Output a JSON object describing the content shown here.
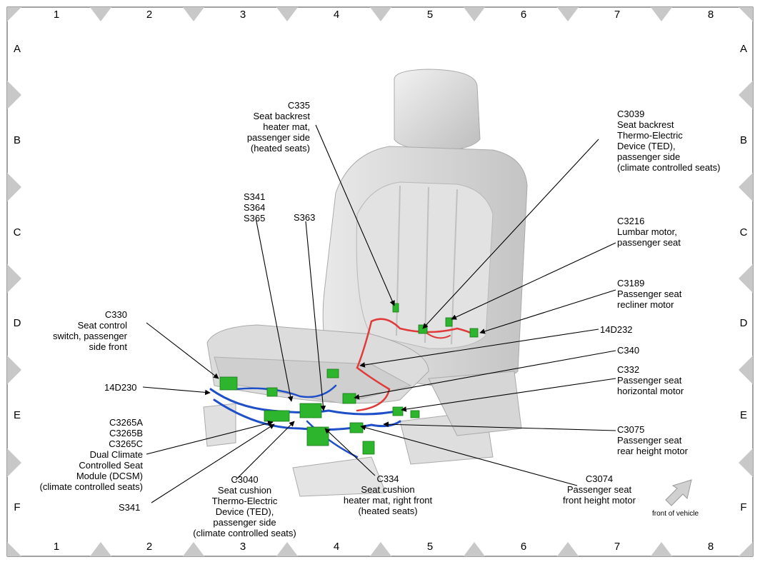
{
  "grid": {
    "columns": [
      "1",
      "2",
      "3",
      "4",
      "5",
      "6",
      "7",
      "8"
    ],
    "rows": [
      "A",
      "B",
      "C",
      "D",
      "E",
      "F"
    ]
  },
  "callouts": {
    "c335": "C335\nSeat backrest\nheater mat,\npassenger side\n(heated seats)",
    "c3039": "C3039\nSeat backrest\nThermo-Electric\nDevice (TED),\npassenger side\n(climate controlled seats)",
    "s341_group": "S341\nS364\nS365",
    "s363": "S363",
    "c3216": "C3216\nLumbar motor,\npassenger seat",
    "c3189": "C3189\nPassenger seat\nrecliner motor",
    "c330": "C330\nSeat control\nswitch, passenger\nside front",
    "d14232": "14D232",
    "c340": "C340",
    "c332": "C332\nPassenger seat\nhorizontal motor",
    "d14230": "14D230",
    "c3265": "C3265A\nC3265B\nC3265C\nDual Climate\nControlled Seat\nModule (DCSM)\n(climate controlled seats)",
    "c3075": "C3075\nPassenger seat\nrear height motor",
    "c3040": "C3040\nSeat cushion\nThermo-Electric\nDevice (TED),\npassenger side\n(climate controlled seats)",
    "c334": "C334\nSeat cushion\nheater mat, right front\n(heated seats)",
    "c3074": "C3074\nPassenger seat\nfront height motor",
    "s341": "S341",
    "front": "front of vehicle"
  },
  "colors": {
    "harness_blue": "#1f4fc8",
    "harness_red": "#e03a3a",
    "connector_green": "#2db52d",
    "seat_gray": "#d8d8d8"
  },
  "icons": [
    "front-of-vehicle-arrow-icon"
  ]
}
